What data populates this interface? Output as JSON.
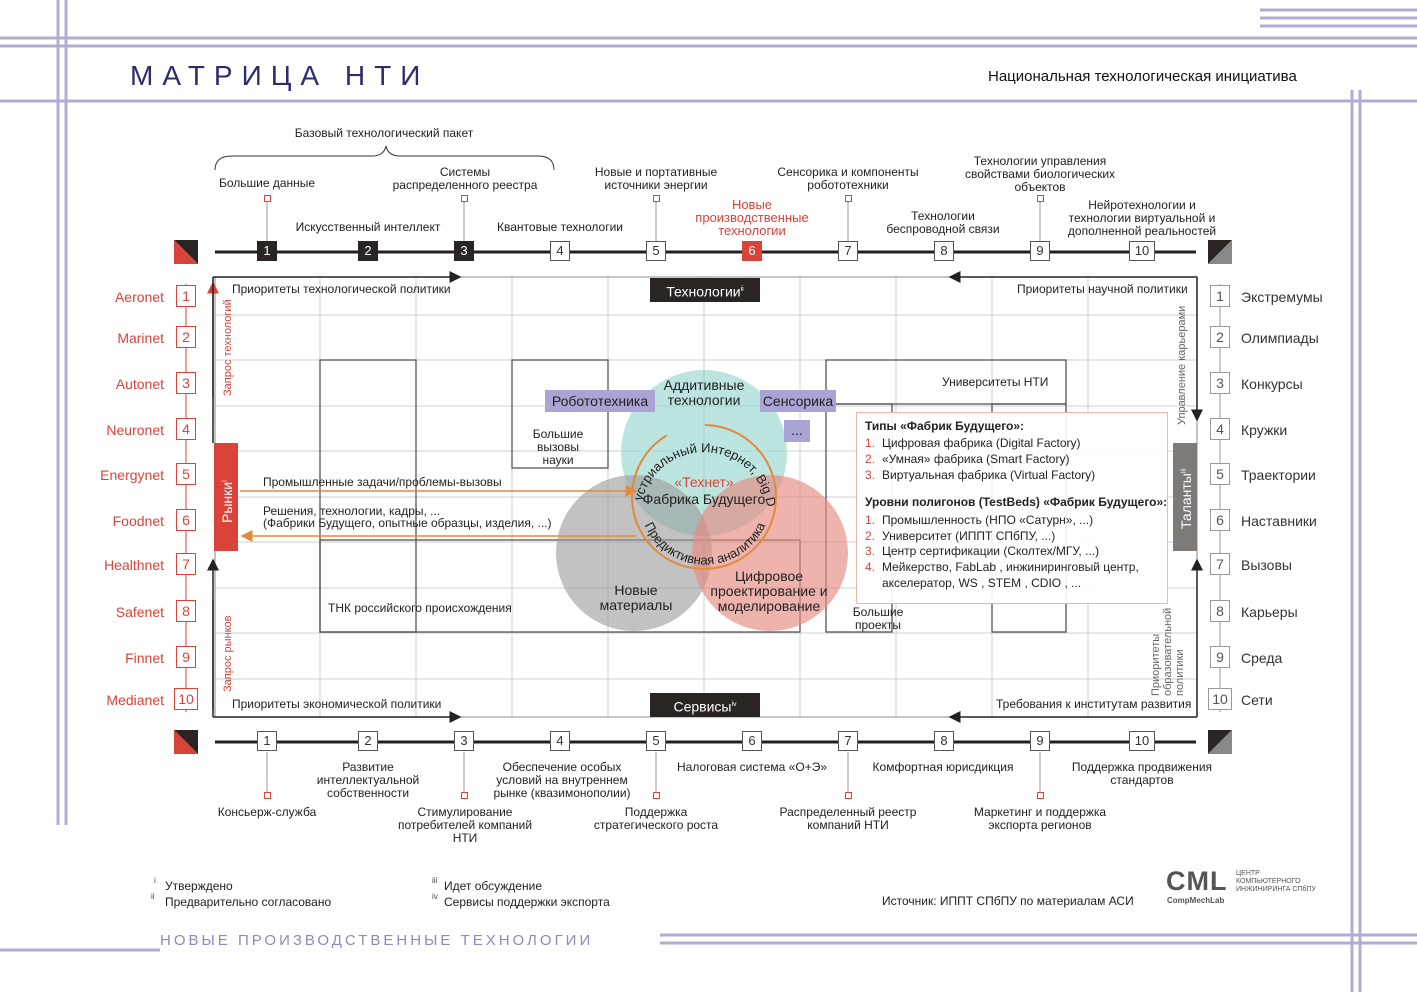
{
  "header": {
    "title": "МАТРИЦА НТИ",
    "subtitle": "Национальная технологическая инициатива"
  },
  "top": {
    "bracket_label": "Базовый технологический пакет",
    "items": [
      {
        "num": "1",
        "label": "Большие данные"
      },
      {
        "num": "2",
        "label": "Искусственный интеллект"
      },
      {
        "num": "3",
        "label": "Системы распределенного реестра"
      },
      {
        "num": "4",
        "label": "Квантовые технологии"
      },
      {
        "num": "5",
        "label": "Новые и портативные источники энергии"
      },
      {
        "num": "6",
        "label": "Новые производственные технологии"
      },
      {
        "num": "7",
        "label": "Сенсорика и компоненты робототехники"
      },
      {
        "num": "8",
        "label": "Технологии беспроводной связи"
      },
      {
        "num": "9",
        "label": "Технологии управления свойствами биологических объектов"
      },
      {
        "num": "10",
        "label": "Нейротехнологии и технологии виртуальной и дополненной реальностей"
      }
    ]
  },
  "bottom": {
    "items": [
      {
        "num": "1",
        "label": "Консьерж-служба"
      },
      {
        "num": "2",
        "label": "Развитие интеллектуальной собственности"
      },
      {
        "num": "3",
        "label": "Стимулирование потребителей компаний НТИ"
      },
      {
        "num": "4",
        "label": "Обеспечение особых условий на внутреннем рынке (квазимонополии)"
      },
      {
        "num": "5",
        "label": "Поддержка стратегического роста"
      },
      {
        "num": "6",
        "label": "Налоговая система «О+Э»"
      },
      {
        "num": "7",
        "label": "Распределенный реестр компаний НТИ"
      },
      {
        "num": "8",
        "label": "Комфортная юрисдикция"
      },
      {
        "num": "9",
        "label": "Маркетинг и поддержка экспорта регионов"
      },
      {
        "num": "10",
        "label": "Поддержка продвижения стандартов"
      }
    ]
  },
  "left": {
    "items": [
      {
        "num": "1",
        "label": "Aeronet"
      },
      {
        "num": "2",
        "label": "Marinet"
      },
      {
        "num": "3",
        "label": "Autonet"
      },
      {
        "num": "4",
        "label": "Neuronet"
      },
      {
        "num": "5",
        "label": "Energynet"
      },
      {
        "num": "6",
        "label": "Foodnet"
      },
      {
        "num": "7",
        "label": "Healthnet"
      },
      {
        "num": "8",
        "label": "Safenet"
      },
      {
        "num": "9",
        "label": "Finnet"
      },
      {
        "num": "10",
        "label": "Medianet"
      }
    ],
    "band_label": "Рынки",
    "band_sup": "i",
    "vert_top": "Запрос технологий",
    "vert_bottom": "Запрос рынков"
  },
  "right": {
    "items": [
      {
        "num": "1",
        "label": "Экстремумы"
      },
      {
        "num": "2",
        "label": "Олимпиады"
      },
      {
        "num": "3",
        "label": "Конкурсы"
      },
      {
        "num": "4",
        "label": "Кружки"
      },
      {
        "num": "5",
        "label": "Траектории"
      },
      {
        "num": "6",
        "label": "Наставники"
      },
      {
        "num": "7",
        "label": "Вызовы"
      },
      {
        "num": "8",
        "label": "Карьеры"
      },
      {
        "num": "9",
        "label": "Среда"
      },
      {
        "num": "10",
        "label": "Сети"
      }
    ],
    "band_label": "Таланты",
    "band_sup": "iii",
    "vert_top": "Управление карьерами",
    "vert_bottom": "Приоритеты образовательной политики"
  },
  "matrix": {
    "tech_band": "Технологии",
    "tech_sup": "ii",
    "services_band": "Сервисы",
    "services_sup": "iv",
    "corner_tl": "Приоритеты технологической политики",
    "corner_tr": "Приоритеты научной политики",
    "corner_bl": "Приоритеты экономической политики",
    "corner_br": "Требования к институтам развития",
    "arrow1": "Промышленные задачи/проблемы-вызовы",
    "arrow2_l1": "Решения, технологии, кадры, ...",
    "arrow2_l2": "(Фабрики Будущего, опытные образцы, изделия, ...)",
    "big_challenges": "Большие вызовы науки",
    "universities": "Университеты НТИ",
    "tnk": "ТНК российского происхождения",
    "big_projects": "Большие проекты",
    "robotics": "Робототехника",
    "sensorics": "Сенсорика",
    "ellipsis": "...",
    "additive": "Аддитивные технологии",
    "technet": "«Технет»",
    "factory": "Фабрика Будущего",
    "new_materials": "Новые материалы",
    "digital_design": "Цифровое проектирование и моделирование",
    "arc_top": "Индустриальный Интернет, Big Data",
    "arc_bottom": "Предиктивная аналитика"
  },
  "infobox": {
    "types_title": "Типы «Фабрик Будущего»:",
    "types": [
      {
        "n": "1.",
        "t": "Цифровая фабрика (Digital Factory)"
      },
      {
        "n": "2.",
        "t": "«Умная» фабрика (Smart Factory)"
      },
      {
        "n": "3.",
        "t": "Виртуальная фабрика (Virtual Factory)"
      }
    ],
    "levels_title": "Уровни полигонов (TestBeds) «Фабрик Будущего»:",
    "levels": [
      {
        "n": "1.",
        "t": "Промышленность (НПО «Сатурн», ...)"
      },
      {
        "n": "2.",
        "t": "Университет (ИППТ СПбПУ, ...)"
      },
      {
        "n": "3.",
        "t": "Центр сертификации (Сколтех/МГУ, ...)"
      },
      {
        "n": "4.",
        "t": "Мейкерство, FabLab , инжиниринговый центр,"
      },
      {
        "n": "",
        "t": "акселератор, WS , STEM , CDIO , ..."
      }
    ]
  },
  "footnotes": [
    {
      "mark": "i",
      "text": "Утверждено"
    },
    {
      "mark": "ii",
      "text": "Предварительно согласовано"
    },
    {
      "mark": "iii",
      "text": "Идет обсуждение"
    },
    {
      "mark": "iv",
      "text": "Сервисы поддержки экспорта"
    }
  ],
  "source": "Источник: ИППТ СПбПУ по материалам АСИ",
  "logo": {
    "mark": "CML",
    "line1": "ЦЕНТР",
    "line2": "КОМПЬЮТЕРНОГО",
    "line3": "ИНЖИНИРИНГА СПбПУ",
    "sub": "CompMechLab"
  },
  "footer_title": "НОВЫЕ ПРОИЗВОДСТВЕННЫЕ ТЕХНОЛОГИИ",
  "colors": {
    "accent": "#d9433a",
    "frame": "#a7a0c8",
    "dark": "#2a2522"
  }
}
